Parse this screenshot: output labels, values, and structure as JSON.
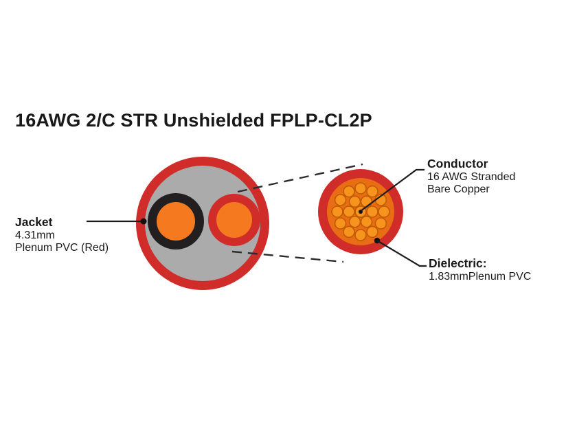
{
  "title": "16AWG 2/C STR Unshielded FPLP-CL2P",
  "labels": {
    "jacket": {
      "name": "Jacket",
      "line2": "4.31mm",
      "line3": "Plenum PVC (Red)"
    },
    "conductor": {
      "name": "Conductor",
      "line2": "16 AWG Stranded",
      "line3": "Bare Copper"
    },
    "dielectric": {
      "name": "Dielectric:",
      "line2": "1.83mmPlenum PVC"
    }
  },
  "colors": {
    "jacket_red": "#d02c2a",
    "insulation_orange": "#f4791f",
    "strand_bed_orange": "#e96d15",
    "strand_orange": "#f7941d",
    "strand_outline": "#c05a00",
    "filler_gray": "#ababab",
    "conductor_black": "#231f20",
    "text_color": "#191919",
    "background": "#ffffff"
  }
}
